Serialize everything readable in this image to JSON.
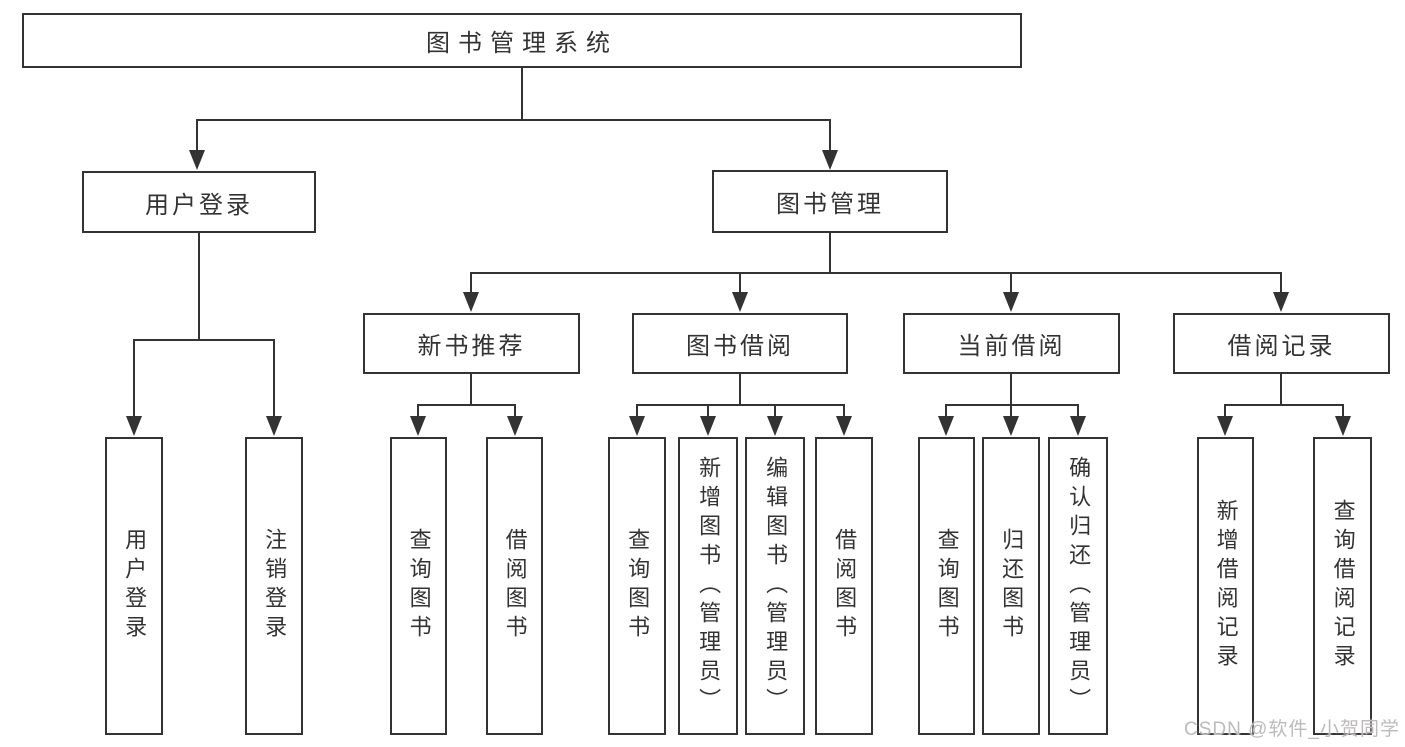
{
  "diagram": {
    "type": "hierarchy-tree",
    "nodes": {
      "root": "图书管理系统",
      "user_login": "用户登录",
      "book_mgmt": "图书管理",
      "new_book_rec": "新书推荐",
      "book_borrow": "图书借阅",
      "current_borrow": "当前借阅",
      "borrow_record": "借阅记录",
      "leaf_user_login": "用户登录",
      "leaf_logout": "注销登录",
      "leaf_query_book_1": "查询图书",
      "leaf_borrow_book_1": "借阅图书",
      "leaf_query_book_2": "查询图书",
      "leaf_add_book": "新增图书（管理员）",
      "leaf_edit_book": "编辑图书（管理员）",
      "leaf_borrow_book_2": "借阅图书",
      "leaf_query_book_3": "查询图书",
      "leaf_return_book": "归还图书",
      "leaf_confirm_return": "确认归还（管理员）",
      "leaf_add_record": "新增借阅记录",
      "leaf_query_record": "查询借阅记录"
    },
    "edges": [
      [
        "root",
        "user_login"
      ],
      [
        "root",
        "book_mgmt"
      ],
      [
        "user_login",
        "leaf_user_login"
      ],
      [
        "user_login",
        "leaf_logout"
      ],
      [
        "book_mgmt",
        "new_book_rec"
      ],
      [
        "book_mgmt",
        "book_borrow"
      ],
      [
        "book_mgmt",
        "current_borrow"
      ],
      [
        "book_mgmt",
        "borrow_record"
      ],
      [
        "new_book_rec",
        "leaf_query_book_1"
      ],
      [
        "new_book_rec",
        "leaf_borrow_book_1"
      ],
      [
        "book_borrow",
        "leaf_query_book_2"
      ],
      [
        "book_borrow",
        "leaf_add_book"
      ],
      [
        "book_borrow",
        "leaf_edit_book"
      ],
      [
        "book_borrow",
        "leaf_borrow_book_2"
      ],
      [
        "current_borrow",
        "leaf_query_book_3"
      ],
      [
        "current_borrow",
        "leaf_return_book"
      ],
      [
        "current_borrow",
        "leaf_confirm_return"
      ],
      [
        "borrow_record",
        "leaf_add_record"
      ],
      [
        "borrow_record",
        "leaf_query_record"
      ]
    ],
    "colors": {
      "line": "#333333",
      "box_border": "#333333",
      "box_fill": "#ffffff",
      "text": "#333333"
    }
  },
  "watermark": {
    "text": "CSDN @软件_小贺同学",
    "color": "#bdbaba"
  }
}
